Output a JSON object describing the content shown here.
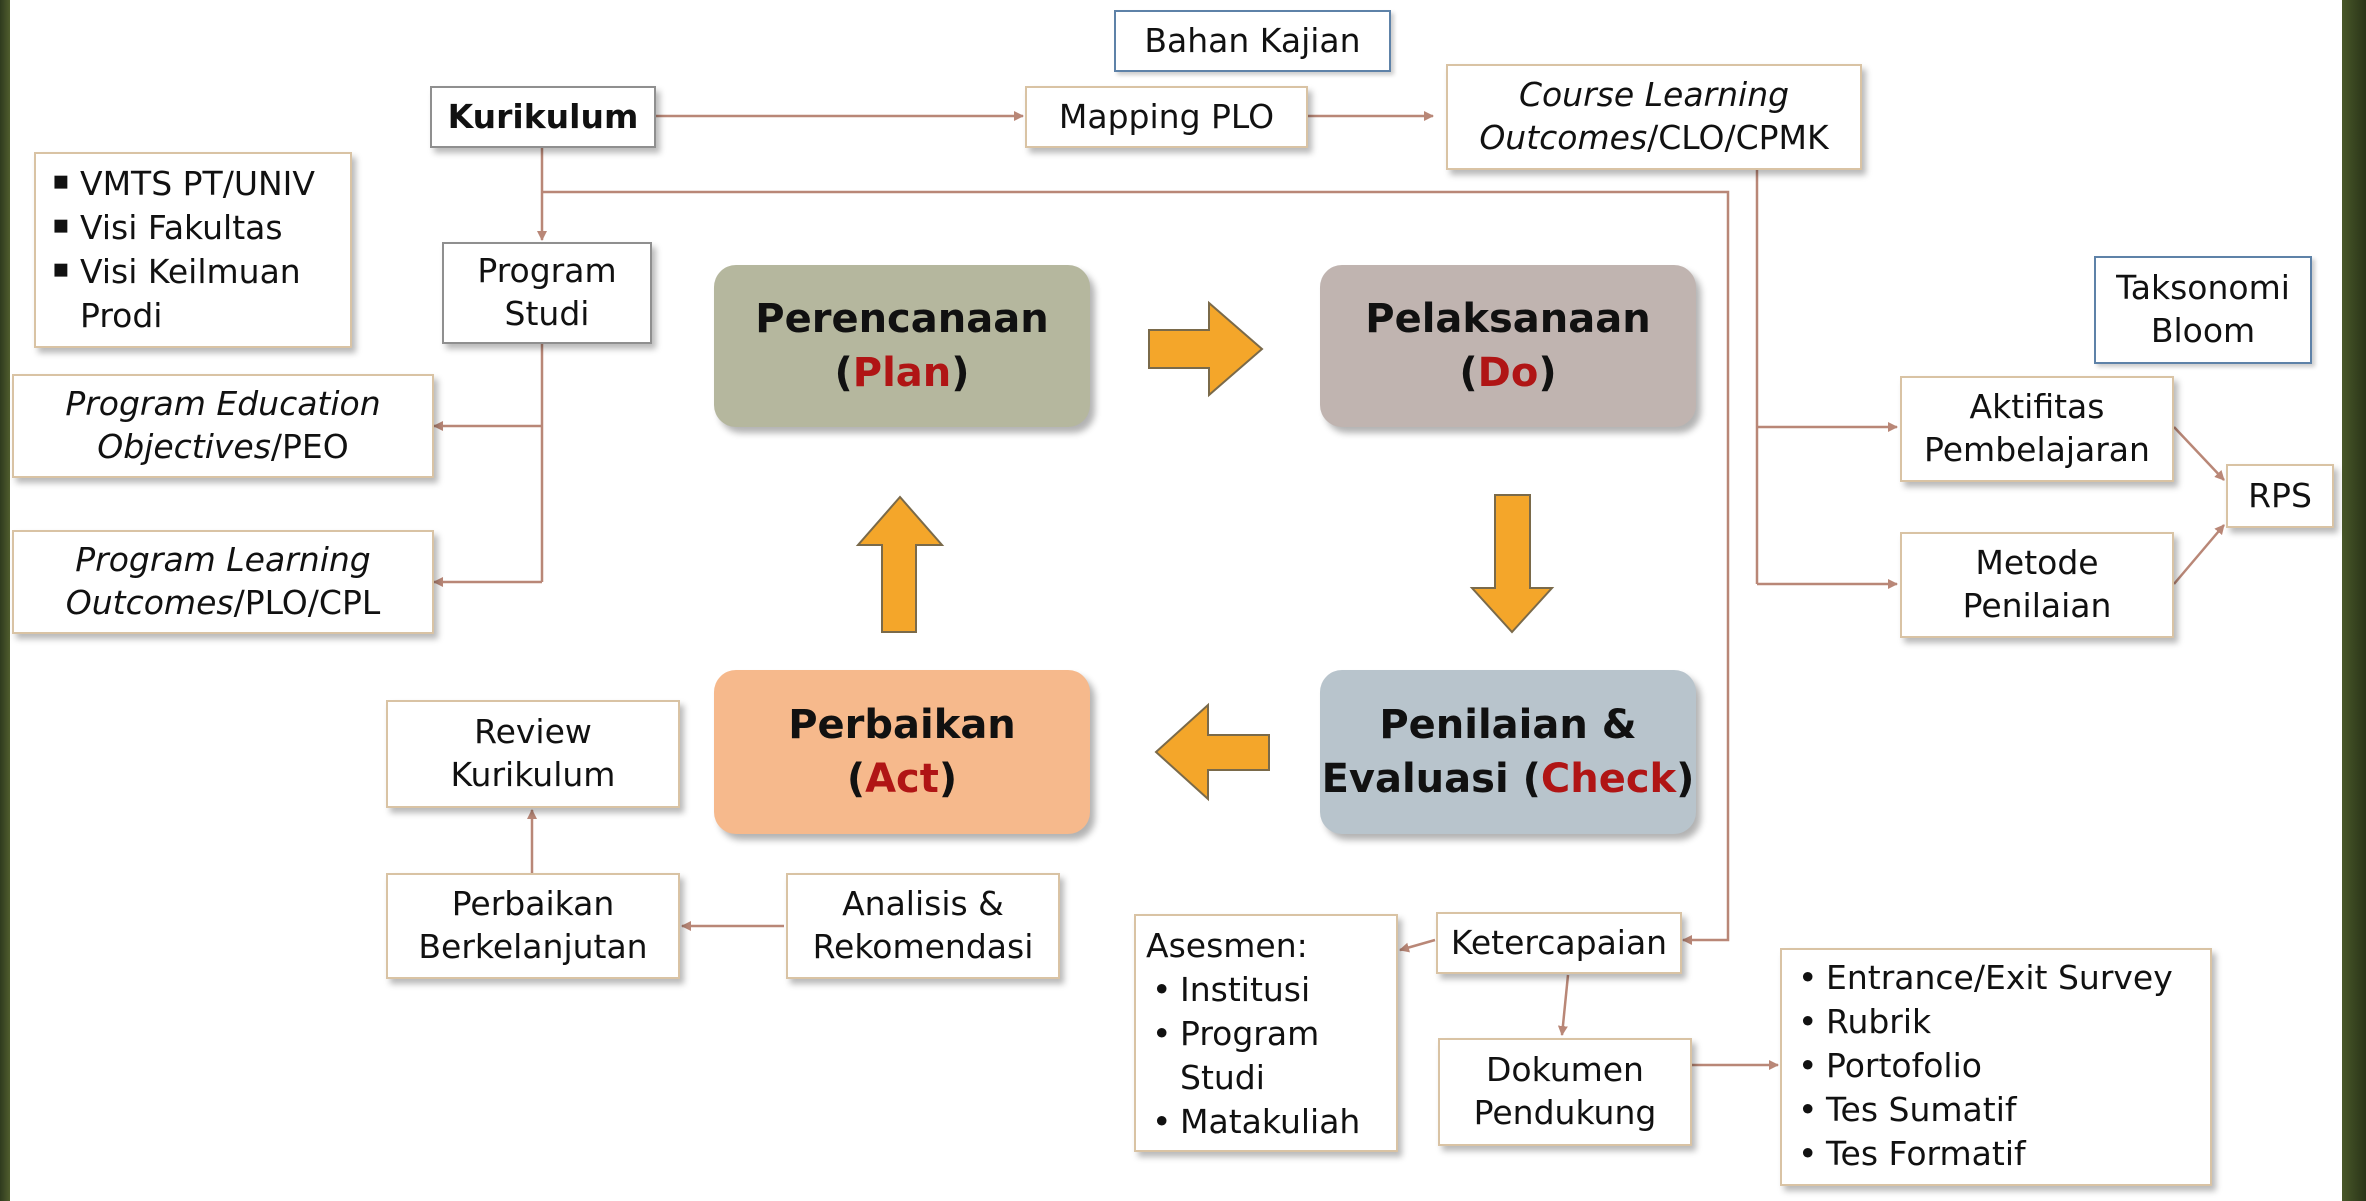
{
  "diagram": {
    "bahan_kajian": "Bahan Kajian",
    "kurikulum": "Kurikulum",
    "mapping_plo": "Mapping PLO",
    "clo": {
      "line1_italic": "Course Learning",
      "line2_italic": "Outcomes",
      "line2_rest": "/CLO/CPMK"
    },
    "vmts": [
      "VMTS PT/UNIV",
      "Visi Fakultas",
      "Visi Keilmuan Prodi"
    ],
    "program_studi": {
      "line1": "Program",
      "line2": "Studi"
    },
    "peo": {
      "line1_italic": "Program Education",
      "line2_italic": "Objectives",
      "line2_rest": "/PEO"
    },
    "plo": {
      "line1_italic": "Program Learning",
      "line2_italic": "Outcomes",
      "line2_rest": "/PLO/CPL"
    },
    "plan": {
      "title": "Perencanaan",
      "open": "(",
      "key": "Plan",
      "close": ")"
    },
    "do": {
      "title": "Pelaksanaan",
      "open": "(",
      "key": "Do",
      "close": ")"
    },
    "check": {
      "title": "Penilaian &",
      "prefix": "Evaluasi (",
      "key": "Check",
      "close": ")"
    },
    "act": {
      "title": "Perbaikan",
      "open": "(",
      "key": "Act",
      "close": ")"
    },
    "taksonomi": {
      "line1": "Taksonomi",
      "line2": "Bloom"
    },
    "aktifitas": {
      "line1": "Aktifitas",
      "line2": "Pembelajaran"
    },
    "metode": {
      "line1": "Metode",
      "line2": "Penilaian"
    },
    "rps": "RPS",
    "review": {
      "line1": "Review",
      "line2": "Kurikulum"
    },
    "perbaikan_berkelanjutan": {
      "line1": "Perbaikan",
      "line2": "Berkelanjutan"
    },
    "analisis": {
      "line1": "Analisis &",
      "line2": "Rekomendasi"
    },
    "ketercapaian": "Ketercapaian",
    "asesmen": {
      "title": "Asesmen:",
      "items": [
        "Institusi",
        "Program Studi",
        "Matakuliah"
      ]
    },
    "dokumen": {
      "line1": "Dokumen",
      "line2": "Pendukung"
    },
    "survey_list": [
      "Entrance/Exit Survey",
      "Rubrik",
      "Portofolio",
      "Tes Sumatif",
      "Tes Formatif"
    ]
  },
  "colors": {
    "plan_fill": "#b5b79e",
    "do_fill": "#c0b4b0",
    "check_fill": "#b8c4cc",
    "act_fill": "#f6b98c",
    "arrow_fill": "#f4a62a",
    "connector": "#b98777",
    "key_text": "#b01515"
  }
}
